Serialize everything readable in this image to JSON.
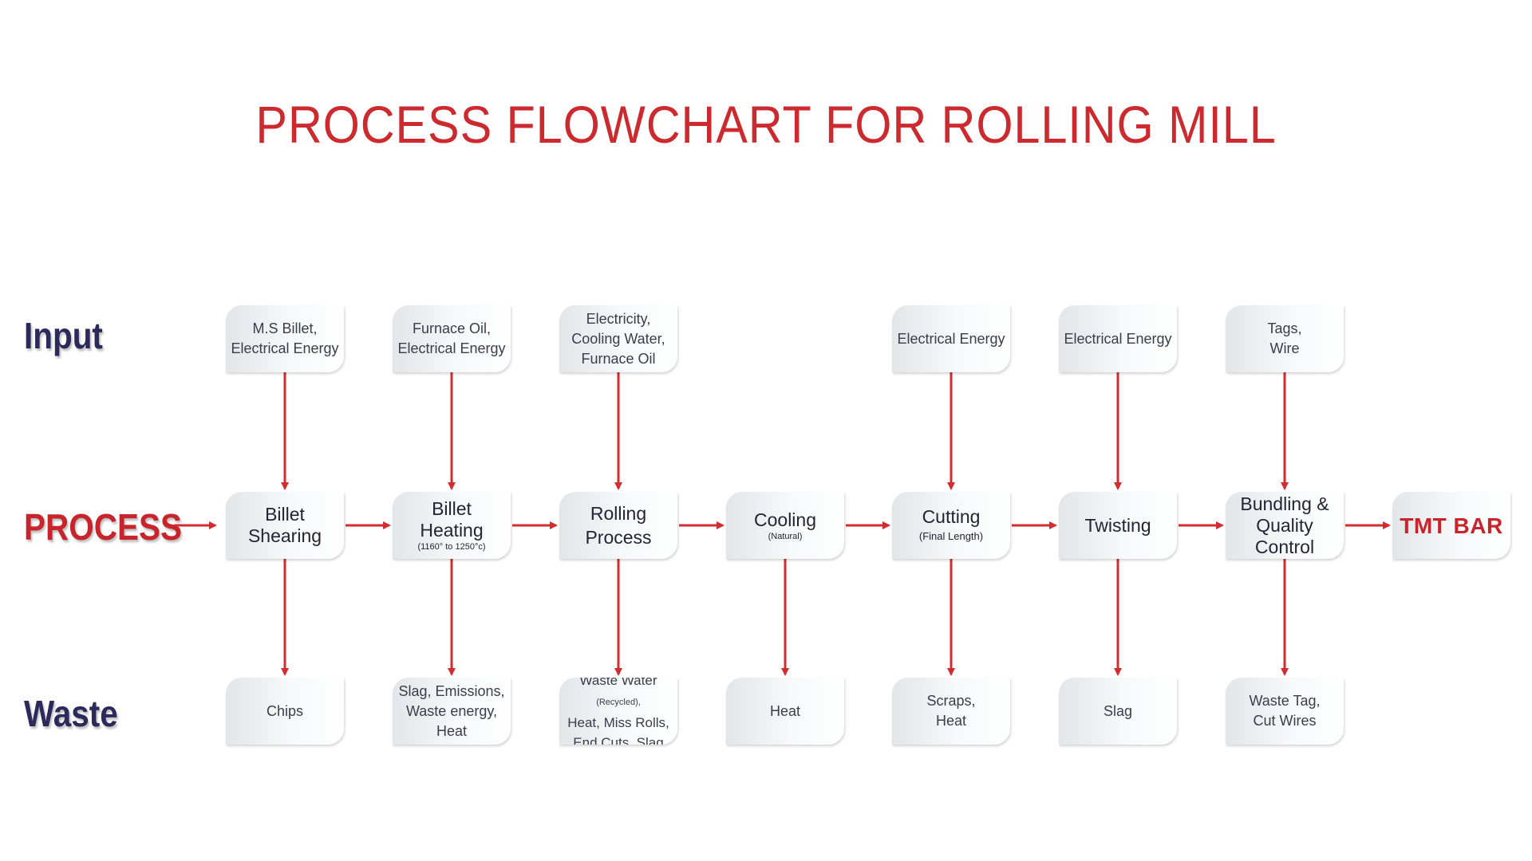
{
  "title": "PROCESS FLOWCHART FOR ROLLING MILL",
  "row_labels": {
    "input": "Input",
    "process": "PROCESS",
    "waste": "Waste"
  },
  "colors": {
    "arrow": "#d12d31",
    "title": "#cc2a2e",
    "label_dark": "#2b2a5a",
    "label_red": "#c8242c"
  },
  "steps": [
    {
      "process": "Billet\nShearing",
      "input": "M.S Billet,\nElectrical Energy",
      "waste": "Chips"
    },
    {
      "process": "Billet\nHeating",
      "process_sub": "(1160° to 1250°c)",
      "input": "Furnace Oil,\nElectrical Energy",
      "waste": "Slag, Emissions,\nWaste energy,\nHeat"
    },
    {
      "process": "Rolling\nProcess",
      "input": "Electricity,\nCooling Water,\nFurnace Oil",
      "waste_prefix": "Waste Water ",
      "waste_small": "(Recycled),",
      "waste": "Heat, Miss Rolls,\nEnd Cuts, Slag"
    },
    {
      "process": "Cooling",
      "process_sub": "(Natural)",
      "waste": "Heat"
    },
    {
      "process": "Cutting",
      "process_sub": "(Final Length)",
      "input": "Electrical Energy",
      "waste": "Scraps,\nHeat"
    },
    {
      "process": "Twisting",
      "input": "Electrical Energy",
      "waste": "Slag"
    },
    {
      "process": "Bundling &\nQuality Control",
      "input": "Tags,\nWire",
      "waste": "Waste Tag,\nCut Wires"
    }
  ],
  "output": "TMT BAR"
}
